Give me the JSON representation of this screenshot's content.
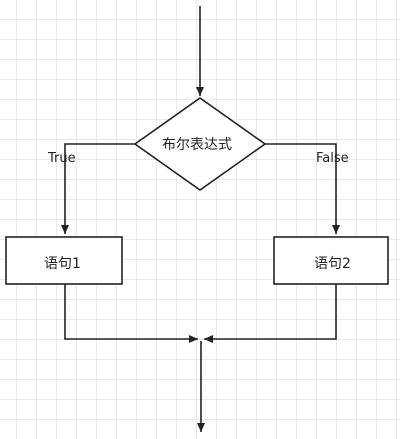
{
  "diagram": {
    "decision": {
      "label": "布尔表达式"
    },
    "branch_true": {
      "label": "True"
    },
    "branch_false": {
      "label": "False"
    },
    "statement_1": {
      "label": "语句1"
    },
    "statement_2": {
      "label": "语句2"
    }
  },
  "colors": {
    "stroke": "#222222",
    "box_fill": "#ffffff",
    "grid": "#e9e9e9"
  }
}
